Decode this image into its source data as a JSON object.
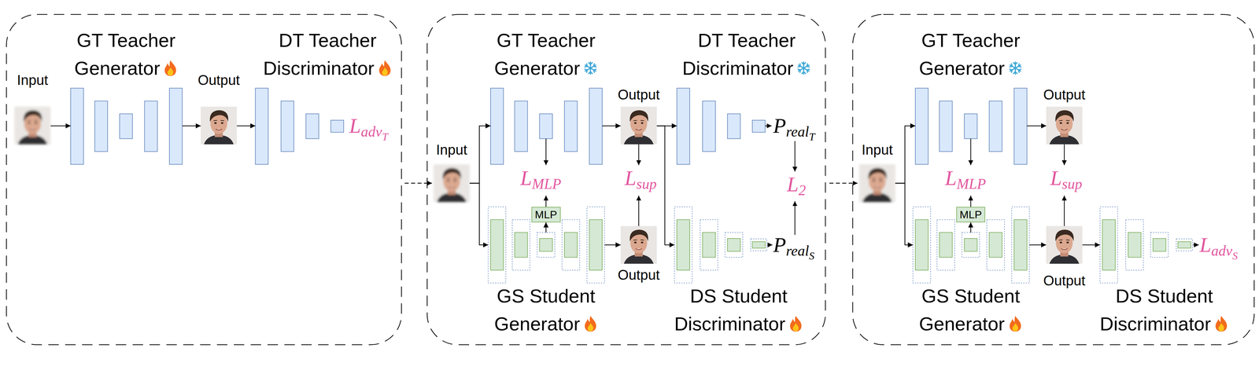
{
  "diagram": {
    "nodes": [
      {
        "text": [
          "Input"
        ]
      },
      {
        "text": [
          "GT Teacher Generator"
        ]
      },
      {
        "text": [
          "Output"
        ]
      },
      {
        "text": [
          "DT Teacher Discriminator"
        ]
      },
      {
        "text": [
          "Input"
        ]
      },
      {
        "text": [
          "GT Teacher Generator"
        ]
      },
      {
        "text": [
          "Output"
        ]
      },
      {
        "text": [
          "DT Teacher Discriminator"
        ]
      },
      {
        "text": [
          "GS Student Generator"
        ]
      },
      {
        "text": [
          "Output"
        ]
      },
      {
        "text": [
          "DS Student Discriminator"
        ]
      },
      {
        "text": [
          "MLP"
        ],
        "in": 8
      },
      {
        "text": [
          "Input"
        ]
      },
      {
        "text": [
          "GT Teacher Generator"
        ]
      },
      {
        "text": [
          "Output"
        ]
      },
      {
        "text": [
          "GS Student Generator"
        ]
      },
      {
        "text": [
          "Output"
        ]
      },
      {
        "text": [
          "DS Student Discriminator"
        ]
      },
      {
        "text": [
          "MLP"
        ],
        "in": 15
      }
    ],
    "edges": [
      {
        "from": 0,
        "to": 1,
        "arrow": "to"
      },
      {
        "from": 1,
        "to": 2,
        "arrow": "to"
      },
      {
        "from": 2,
        "to": 3,
        "arrow": "to"
      },
      {
        "from": 4,
        "to": 5,
        "arrow": "to"
      },
      {
        "from": 4,
        "to": 8,
        "arrow": "to"
      },
      {
        "from": 5,
        "to": 6,
        "arrow": "to"
      },
      {
        "from": 6,
        "to": 7,
        "arrow": "to"
      },
      {
        "from": 6,
        "to": 10,
        "arrow": "to"
      },
      {
        "from": 8,
        "to": 9,
        "arrow": "to"
      },
      {
        "from": 8,
        "to": 11,
        "arrow": "to"
      },
      {
        "from": 12,
        "to": 13,
        "arrow": "to"
      },
      {
        "from": 12,
        "to": 15,
        "arrow": "to"
      },
      {
        "from": 13,
        "to": 14,
        "arrow": "to"
      },
      {
        "from": 15,
        "to": 16,
        "arrow": "to"
      },
      {
        "from": 16,
        "to": 17,
        "arrow": "to"
      },
      {
        "from": 15,
        "to": 18,
        "arrow": "to"
      }
    ],
    "labels": [
      "L",
      "adv",
      "T",
      "L",
      "MLP",
      "L",
      "sup",
      "P",
      "real",
      "T",
      "L",
      "2",
      "P",
      "real",
      "S",
      "L",
      "MLP",
      "L",
      "sup",
      "L",
      "adv",
      "S"
    ]
  }
}
